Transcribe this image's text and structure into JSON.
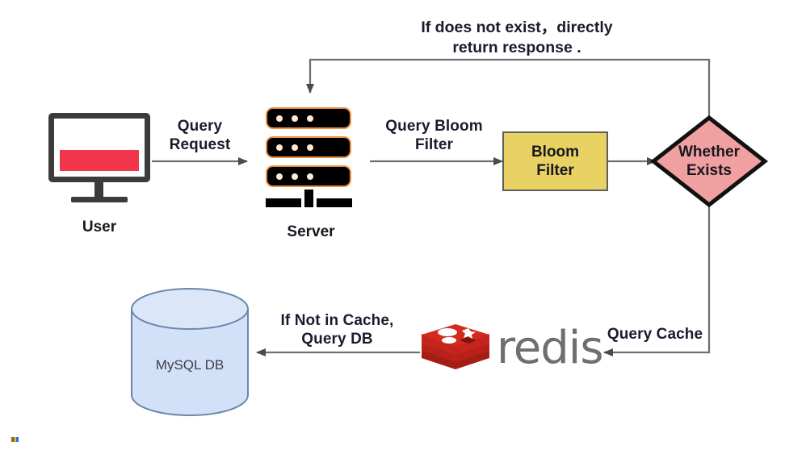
{
  "diagram": {
    "title_note": "Bloom filter + Redis cache query flow",
    "nodes": {
      "user": {
        "label": "User",
        "icon": "monitor-icon"
      },
      "server": {
        "label": "Server",
        "icon": "server-stack-icon"
      },
      "bloom_filter": {
        "label": "Bloom\nFilter",
        "fill": "#e8d264",
        "stroke": "#5d5d5d"
      },
      "whether_exists": {
        "label": "Whether\nExists",
        "fill": "#f0a0a0",
        "stroke": "#111111"
      },
      "redis": {
        "label": "redis",
        "icon": "redis-logo",
        "color": "#c6251e",
        "word_color": "#6f6f6f"
      },
      "mysql_db": {
        "label": "MySQL DB",
        "fill": "#d2e1f7",
        "stroke": "#6b86ab"
      }
    },
    "edges": {
      "query_request": "Query\nRequest",
      "query_bloom_filter": "Query Bloom\nFilter",
      "not_exist_return": "If does not exist，directly\nreturn response .",
      "query_cache": "Query Cache",
      "if_not_in_cache": "If Not in Cache,\nQuery DB"
    },
    "colors": {
      "line": "#6e6e72",
      "arrow": "#4a4a4f",
      "text": "#1b1b2f",
      "server_accent": "#ef8f3c",
      "monitor_band": "#f2374d",
      "monitor_frame": "#3b3b3b"
    }
  }
}
